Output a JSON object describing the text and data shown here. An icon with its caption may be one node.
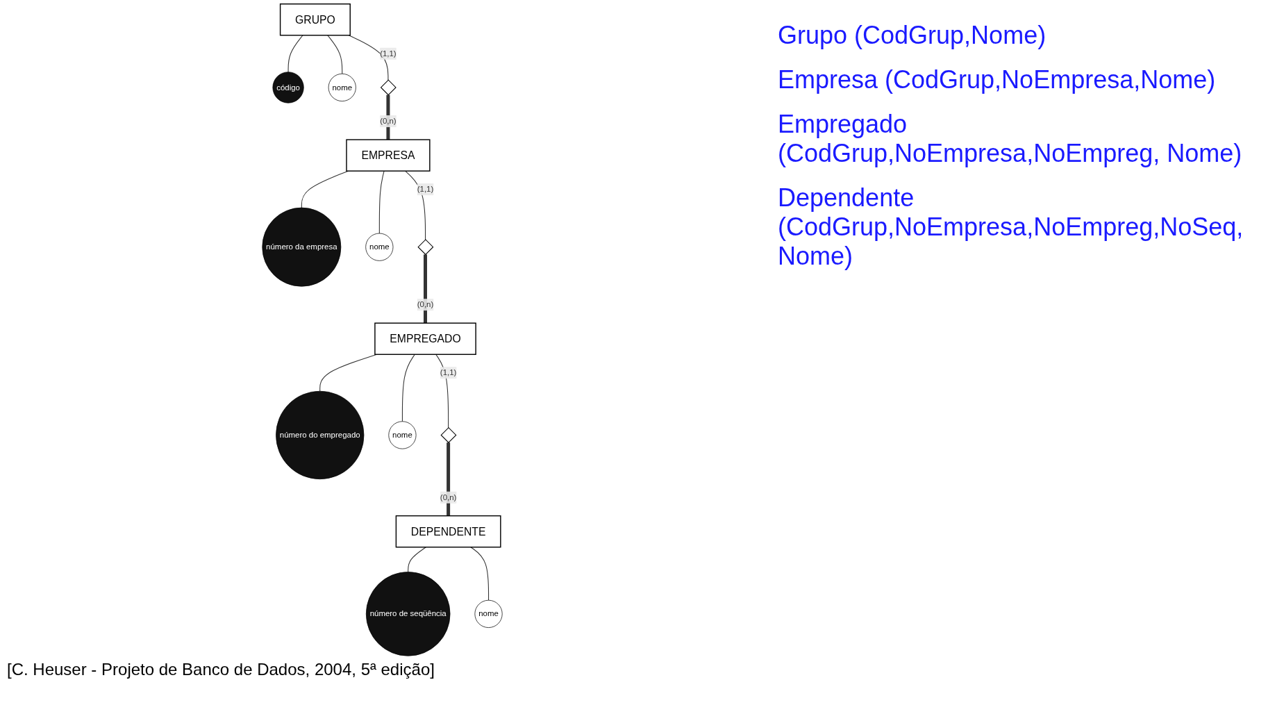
{
  "diagram": {
    "caption": "[C. Heuser - Projeto de Banco de Dados, 2004, 5ª edição]",
    "nodes": [
      {
        "text": [
          "GRUPO"
        ]
      },
      {
        "text": [
          "código"
        ]
      },
      {
        "text": [
          "nome"
        ]
      },
      {
        "text": [],
        "shape": "diamond"
      },
      {
        "text": [
          "EMPRESA"
        ]
      },
      {
        "text": [
          "número da empresa"
        ]
      },
      {
        "text": [
          "nome"
        ]
      },
      {
        "text": [],
        "shape": "diamond"
      },
      {
        "text": [
          "EMPREGADO"
        ]
      },
      {
        "text": [
          "número do empregado"
        ]
      },
      {
        "text": [
          "nome"
        ]
      },
      {
        "text": [],
        "shape": "diamond"
      },
      {
        "text": [
          "DEPENDENTE"
        ]
      },
      {
        "text": [
          "número de seqüência"
        ]
      },
      {
        "text": [
          "nome"
        ]
      }
    ],
    "edges": [
      {
        "from": 0,
        "to": 1,
        "arrow": "none"
      },
      {
        "from": 0,
        "to": 2,
        "arrow": "none"
      },
      {
        "from": 0,
        "to": 3,
        "arrow": "none",
        "label": "(1,1)"
      },
      {
        "from": 3,
        "to": 4,
        "arrow": "none",
        "label": "(0,n)",
        "style": "thick"
      },
      {
        "from": 4,
        "to": 5,
        "arrow": "none"
      },
      {
        "from": 4,
        "to": 6,
        "arrow": "none"
      },
      {
        "from": 4,
        "to": 7,
        "arrow": "none",
        "label": "(1,1)"
      },
      {
        "from": 7,
        "to": 8,
        "arrow": "none",
        "label": "(0,n)",
        "style": "thick"
      },
      {
        "from": 8,
        "to": 9,
        "arrow": "none"
      },
      {
        "from": 8,
        "to": 10,
        "arrow": "none"
      },
      {
        "from": 8,
        "to": 11,
        "arrow": "none",
        "label": "(1,1)"
      },
      {
        "from": 11,
        "to": 12,
        "arrow": "none",
        "label": "(0,n)",
        "style": "thick"
      },
      {
        "from": 12,
        "to": 13,
        "arrow": "none"
      },
      {
        "from": 12,
        "to": 14,
        "arrow": "none"
      }
    ],
    "labels": [
      "Grupo (CodGrup,Nome)",
      "Empresa (CodGrup,NoEmpresa,Nome)",
      "Empregado (CodGrup,NoEmpresa,NoEmpreg, Nome)",
      "Dependente (CodGrup,NoEmpresa,NoEmpreg,NoSeq, Nome)"
    ]
  }
}
